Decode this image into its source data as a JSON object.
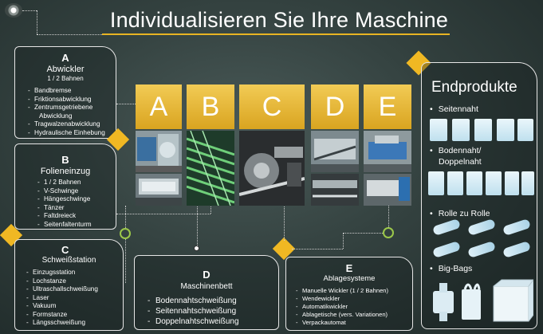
{
  "header": {
    "title": "Individualisieren Sie Ihre Maschine"
  },
  "panels": {
    "a": {
      "letter": "A",
      "title": "Abwickler",
      "subtitle": "1 / 2 Bahnen",
      "items": [
        "Bandbremse",
        "Friktionsabwicklung",
        "Zentrumsgetriebene",
        "Abwicklung",
        "Tragwalzenabwicklung",
        "Hydraulische Einhebung"
      ]
    },
    "b": {
      "letter": "B",
      "title": "Folieneinzug",
      "items": [
        "1 / 2 Bahnen",
        "V-Schwinge",
        "Hängeschwinge",
        "Tänzer",
        "Faltdreieck",
        "Seitenfaltenturm"
      ]
    },
    "c": {
      "letter": "C",
      "title": "Schweißstation",
      "items": [
        "Einzugsstation",
        "Lochstanze",
        "Ultraschallschweißung",
        "Laser",
        "Vakuum",
        "Formstanze",
        "Längsschweißung"
      ]
    },
    "d": {
      "letter": "D",
      "title": "Maschinenbett",
      "items": [
        "Bodennahtschweißung",
        "Seitennahtschweißung",
        "Doppelnahtschweißung"
      ]
    },
    "e": {
      "letter": "E",
      "title": "Ablagesysteme",
      "items": [
        "Manuelle Wickler  (1 / 2 Bahnen)",
        "Wendewickler",
        "Automatikwickler",
        "Ablagetische (vers. Variationen)",
        "Verpackautomat"
      ]
    }
  },
  "machine_tiles": [
    "A",
    "B",
    "C",
    "D",
    "E"
  ],
  "end_products": {
    "title": "Endprodukte",
    "items": [
      {
        "label": "Seitennaht"
      },
      {
        "label": "Bodennaht/",
        "cont": "Doppelnaht"
      },
      {
        "label": "Rolle zu Rolle"
      },
      {
        "label": "Big-Bags"
      }
    ]
  },
  "colors": {
    "accent": "#f0b823",
    "ring": "#9cc84a",
    "background": "#344240"
  }
}
